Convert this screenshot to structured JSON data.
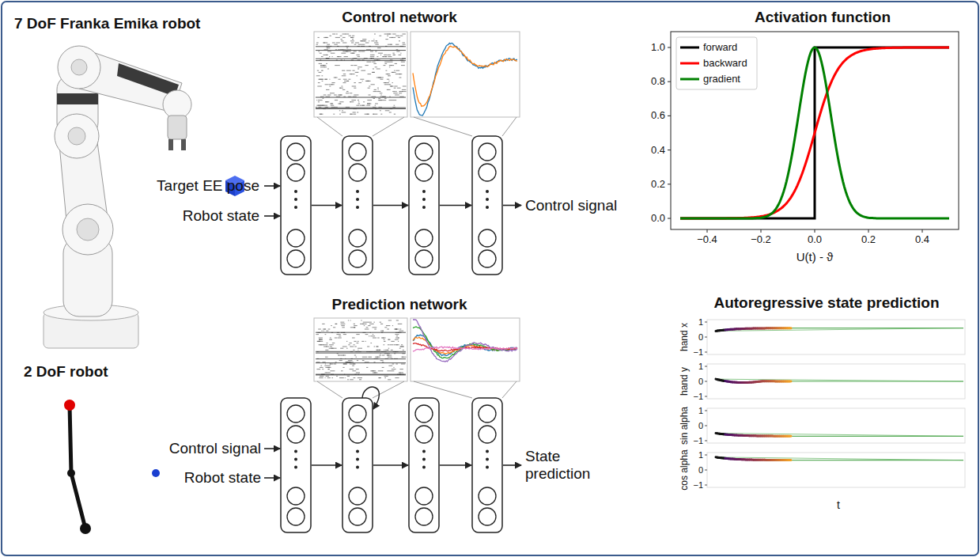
{
  "diagram": {
    "labels": [
      "7 DoF Franka Emika robot",
      "Control network",
      "Activation function",
      "Target EE pose",
      "Robot state",
      "Control signal",
      "2 DoF robot",
      "Prediction network",
      "Autoregressive state prediction",
      "Control signal",
      "Robot state",
      "State prediction",
      "1.0",
      "0.8",
      "0.6",
      "0.4",
      "0.2",
      "0.0",
      "−0.4",
      "−0.2",
      "0.0",
      "0.2",
      "0.4",
      "U(t) - ϑ",
      "hand x",
      "1",
      "0",
      "−1",
      "hand y",
      "1",
      "0",
      "−1",
      "sin alpha",
      "1",
      "0",
      "−1",
      "cos alpha",
      "1",
      "0",
      "−1",
      "t"
    ],
    "legend": [
      {
        "text": "forward"
      },
      {
        "text": "backward"
      },
      {
        "text": "gradient"
      }
    ]
  }
}
